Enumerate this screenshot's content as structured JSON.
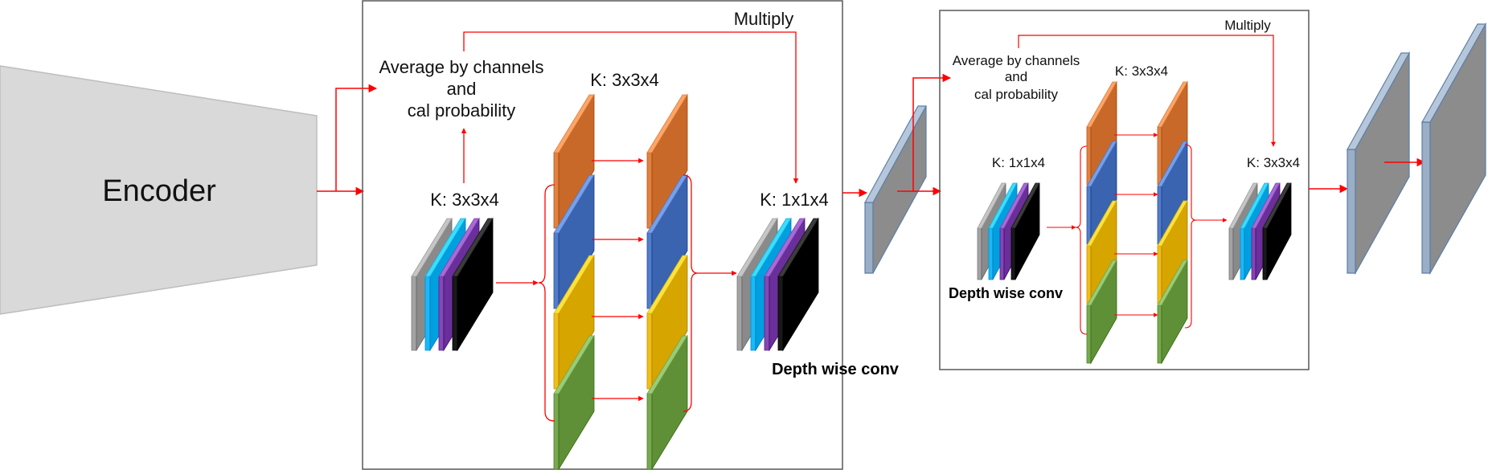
{
  "encoder": {
    "label": "Encoder"
  },
  "block1": {
    "multiply": "Multiply",
    "average_lines": [
      "Average by channels",
      "and",
      "cal probability"
    ],
    "input_kernel": "K: 3x3x4",
    "mid_kernel": "K: 3x3x4",
    "out_kernel": "K: 1x1x4",
    "depthwise": "Depth wise conv"
  },
  "block2": {
    "multiply": "Multiply",
    "average_lines": [
      "Average by channels",
      "and",
      "cal probability"
    ],
    "input_kernel": "K: 1x1x4",
    "mid_kernel": "K: 3x3x4",
    "out_kernel": "K: 3x3x4",
    "depthwise": "Depth wise conv"
  },
  "colors": {
    "arrow": "#ff0000",
    "gray": "#8a8a8a",
    "cyan": "#00a0e0",
    "purple": "#6a2f9a",
    "black": "#000000",
    "orange": "#c8692a",
    "blue": "#3a63b0",
    "yellow": "#d6a500",
    "green": "#5f9038",
    "encoder": "#d9d9d9",
    "feature_map": "#8c8c8c"
  }
}
